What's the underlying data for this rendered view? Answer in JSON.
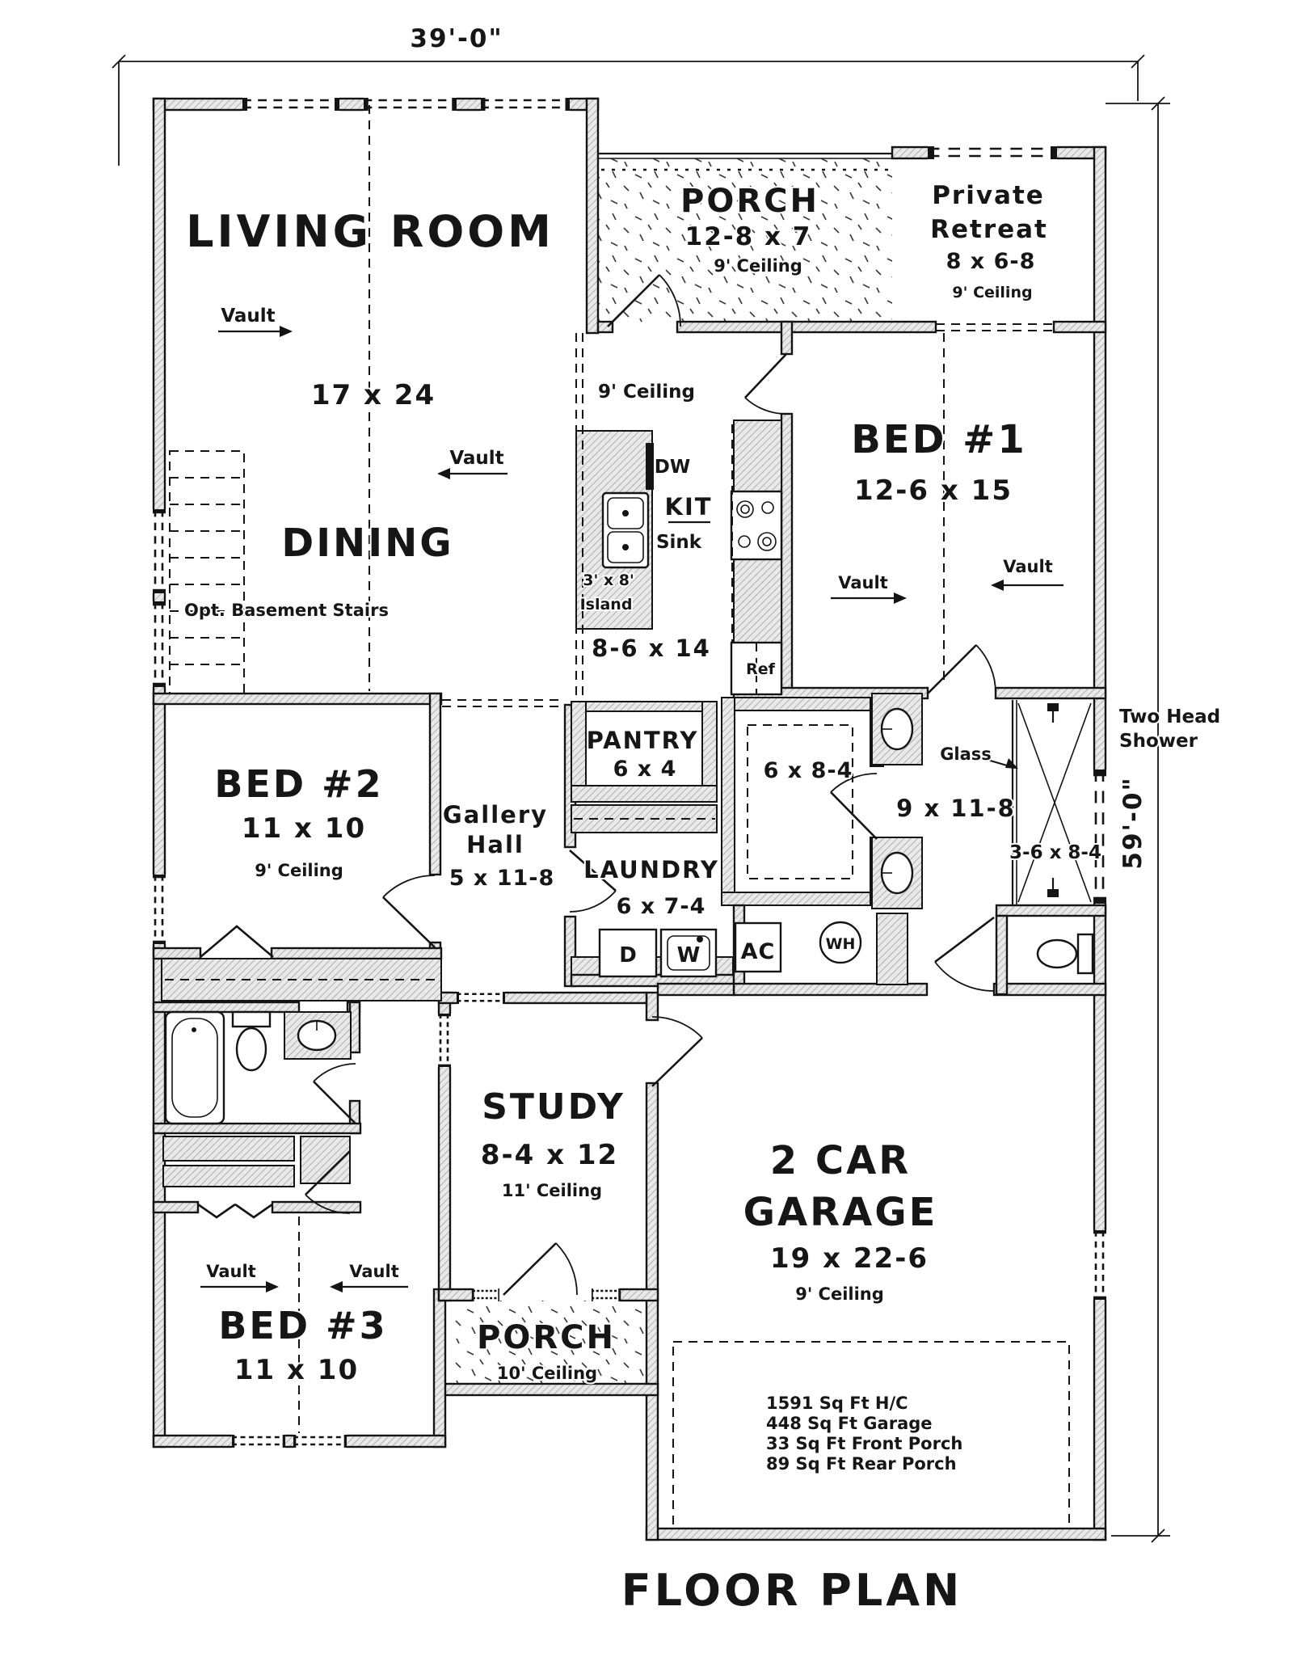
{
  "page_title": "FLOOR PLAN",
  "dimensions": {
    "overall_width": "39'-0\"",
    "overall_depth": "59'-0\""
  },
  "labels": {
    "vault": "Vault",
    "glass": "Glass",
    "opt_basement_stairs": "Opt. Basement Stairs",
    "two_head_shower_line1": "Two Head",
    "two_head_shower_line2": "Shower"
  },
  "rooms": {
    "living": {
      "name": "LIVING ROOM",
      "size": "17 x 24"
    },
    "dining": {
      "name": "DINING"
    },
    "rear_porch": {
      "name": "PORCH",
      "size": "12-8 x 7",
      "ceiling": "9' Ceiling"
    },
    "private_retreat": {
      "name_line1": "Private",
      "name_line2": "Retreat",
      "size": "8 x 6-8",
      "ceiling": "9' Ceiling"
    },
    "bed1": {
      "name": "BED #1",
      "size": "12-6 x 15"
    },
    "kitchen": {
      "name": "KIT",
      "ceiling": "9' Ceiling",
      "size": "8-6 x 14",
      "island_line1": "3' x 8'",
      "island_line2": "Island",
      "sink": "Sink",
      "dishwasher": "DW",
      "fridge": "Ref"
    },
    "pantry": {
      "name": "PANTRY",
      "size": "6 x 4"
    },
    "gallery_hall": {
      "name_line1": "Gallery",
      "name_line2": "Hall",
      "size": "5 x 11-8"
    },
    "laundry": {
      "name": "LAUNDRY",
      "size": "6 x 7-4",
      "dryer": "D",
      "washer": "W"
    },
    "master_closet": {
      "size": "6 x 8-4"
    },
    "master_bath": {
      "size": "9 x 11-8",
      "shower_size": "3-6 x 8-4"
    },
    "utility": {
      "ac": "AC",
      "water_heater": "WH"
    },
    "bed2": {
      "name": "BED #2",
      "size": "11 x 10",
      "ceiling": "9' Ceiling"
    },
    "bed3": {
      "name": "BED #3",
      "size": "11 x 10"
    },
    "study": {
      "name": "STUDY",
      "size": "8-4 x 12",
      "ceiling": "11' Ceiling"
    },
    "front_porch": {
      "name": "PORCH",
      "ceiling": "10' Ceiling"
    },
    "garage": {
      "name_line1": "2 CAR",
      "name_line2": "GARAGE",
      "size": "19 x 22-6",
      "ceiling": "9' Ceiling"
    }
  },
  "area_summary": [
    "1591 Sq Ft H/C",
    "448 Sq Ft Garage",
    "33 Sq Ft Front Porch",
    "89 Sq Ft Rear Porch"
  ]
}
